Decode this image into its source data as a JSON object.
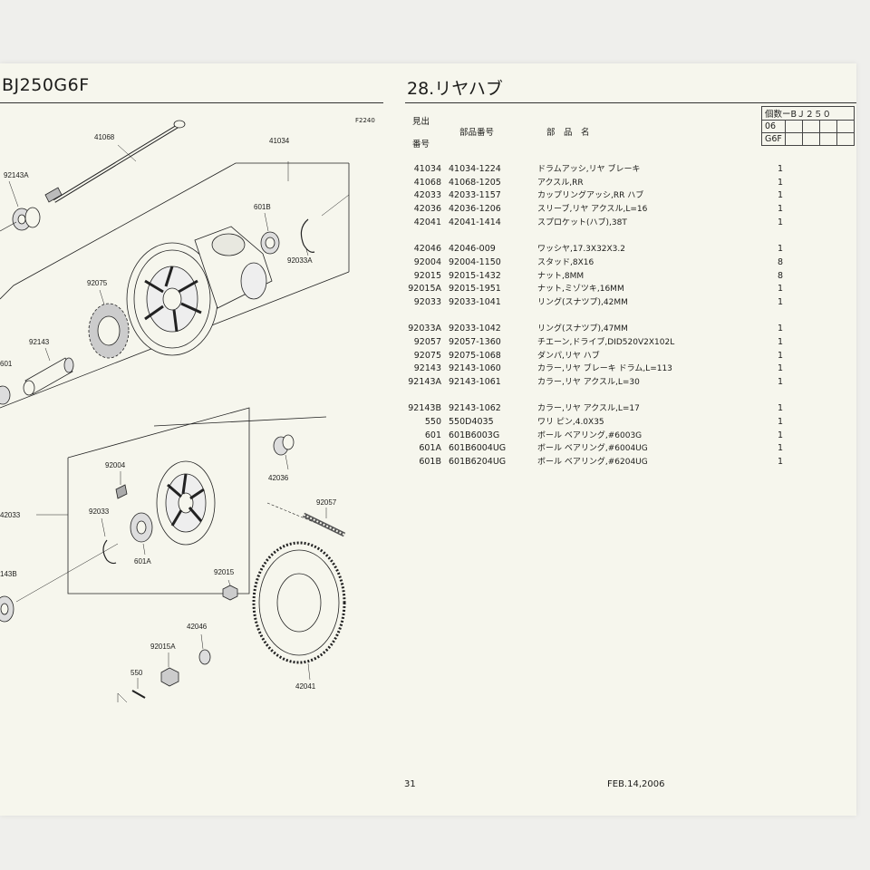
{
  "page": {
    "left_title": "BJ250G6F",
    "right_title": "28.リヤハブ",
    "figure_code": "F2240",
    "page_number": "31",
    "date": "FEB.14,2006"
  },
  "headers": {
    "ref_line1": "見出",
    "ref_line2": "番号",
    "part_no": "部品番号",
    "part_name": "部　品　名",
    "qty": "個数ーBＪ２５０",
    "col_06": "06",
    "col_g6f": "G6F"
  },
  "diagram_labels": {
    "l41068": "41068",
    "l41034": "41034",
    "l92143A": "92143A",
    "l601B": "601B",
    "l92033A": "92033A",
    "l92075": "92075",
    "l92143": "92143",
    "l601": "601",
    "l92004": "92004",
    "l42033": "42033",
    "l92033": "92033",
    "l601A": "601A",
    "l42036": "42036",
    "l92057": "92057",
    "l143B": "143B",
    "l92015": "92015",
    "l42046": "42046",
    "l92015A": "92015A",
    "l550": "550",
    "l42041": "42041"
  },
  "parts": [
    {
      "ref": "41034",
      "pn": "41034-1224",
      "name": "ドラムアッシ,リヤ ブレーキ",
      "qty": "1"
    },
    {
      "ref": "41068",
      "pn": "41068-1205",
      "name": "アクスル,RR",
      "qty": "1"
    },
    {
      "ref": "42033",
      "pn": "42033-1157",
      "name": "カップリングアッシ,RR ハブ",
      "qty": "1"
    },
    {
      "ref": "42036",
      "pn": "42036-1206",
      "name": "スリーブ,リヤ アクスル,L=16",
      "qty": "1"
    },
    {
      "ref": "42041",
      "pn": "42041-1414",
      "name": "スプロケット(ハブ),38T",
      "qty": "1"
    },
    {
      "ref": "42046",
      "pn": "42046-009",
      "name": "ワッシヤ,17.3X32X3.2",
      "qty": "1"
    },
    {
      "ref": "92004",
      "pn": "92004-1150",
      "name": "スタッド,8X16",
      "qty": "8"
    },
    {
      "ref": "92015",
      "pn": "92015-1432",
      "name": "ナット,8MM",
      "qty": "8"
    },
    {
      "ref": "92015A",
      "pn": "92015-1951",
      "name": "ナット,ミゾツキ,16MM",
      "qty": "1"
    },
    {
      "ref": "92033",
      "pn": "92033-1041",
      "name": "リング(スナツプ),42MM",
      "qty": "1"
    },
    {
      "ref": "92033A",
      "pn": "92033-1042",
      "name": "リング(スナツプ),47MM",
      "qty": "1"
    },
    {
      "ref": "92057",
      "pn": "92057-1360",
      "name": "チエーン,ドライブ,DID520V2X102L",
      "qty": "1"
    },
    {
      "ref": "92075",
      "pn": "92075-1068",
      "name": "ダンパ,リヤ ハブ",
      "qty": "1"
    },
    {
      "ref": "92143",
      "pn": "92143-1060",
      "name": "カラー,リヤ ブレーキ ドラム,L=113",
      "qty": "1"
    },
    {
      "ref": "92143A",
      "pn": "92143-1061",
      "name": "カラー,リヤ アクスル,L=30",
      "qty": "1"
    },
    {
      "ref": "92143B",
      "pn": "92143-1062",
      "name": "カラー,リヤ アクスル,L=17",
      "qty": "1"
    },
    {
      "ref": "550",
      "pn": "550D4035",
      "name": "ワリ ピン,4.0X35",
      "qty": "1"
    },
    {
      "ref": "601",
      "pn": "601B6003G",
      "name": "ボール ベアリング,#6003G",
      "qty": "1"
    },
    {
      "ref": "601A",
      "pn": "601B6004UG",
      "name": "ボール ベアリング,#6004UG",
      "qty": "1"
    },
    {
      "ref": "601B",
      "pn": "601B6204UG",
      "name": "ボール ベアリング,#6204UG",
      "qty": "1"
    }
  ]
}
